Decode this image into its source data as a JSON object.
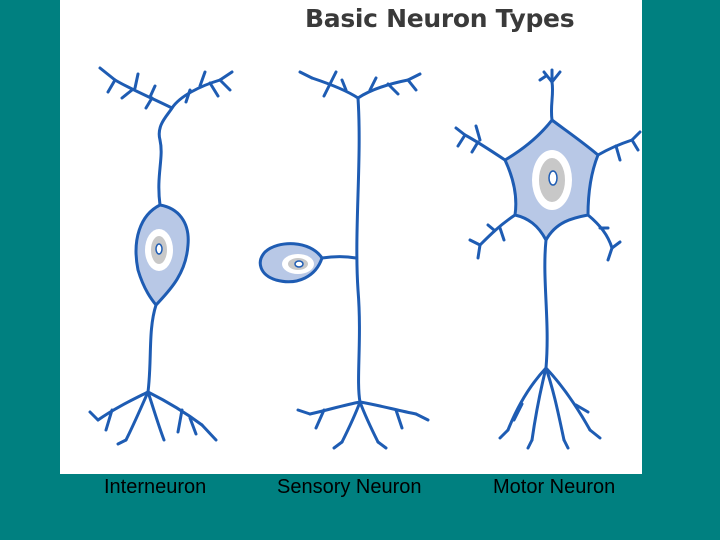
{
  "title": "Basic Neuron Types",
  "labels": {
    "interneuron": "Interneuron",
    "sensory": "Sensory Neuron",
    "motor": "Motor Neuron"
  },
  "colors": {
    "background": "#008080",
    "panel": "#ffffff",
    "stroke": "#1e5cb3",
    "cell_fill": "#b8c8e6",
    "nucleus_fill": "#c8c8c8"
  }
}
